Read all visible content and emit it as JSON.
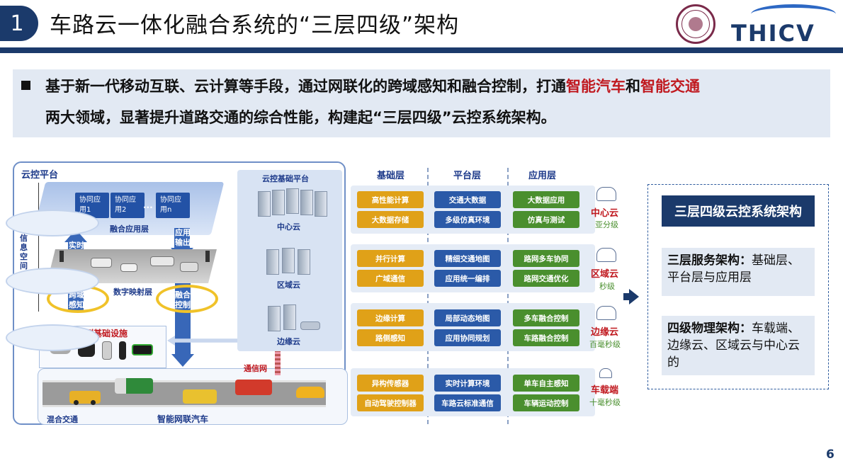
{
  "header": {
    "number": "1",
    "title": "车路云一体化融合系统的“三层四级”架构",
    "logo_text": "THICV",
    "accent": "#1b3a6b"
  },
  "intro": {
    "line1_pre": "基于新一代移动互联、云计算等手段，通过网联化的跨域感知和融合控制，打通",
    "line1_red1": "智能汽车",
    "line1_mid": "和",
    "line1_red2": "智能交通",
    "line2": "两大领域，显著提升道路交通的综合性能，构建起“三层四级”云控系统架构。",
    "highlight_color": "#c0191f"
  },
  "diagram": {
    "cloud_platform": "云控平台",
    "info_space": "信息空间",
    "apps": [
      "协同应用1",
      "协同应用2",
      "协同应用n"
    ],
    "dots": "···",
    "fusion_layer": "融合应用层",
    "realtime_data": "实时数据",
    "app_output": "应用输出",
    "digital_map_layer": "数字映射层",
    "cross_domain": "跨域感知",
    "fusion_control": "融合控制",
    "roadside_infra": "路侧基础设施",
    "comm_network": "通信网",
    "mixed_traffic": "混合交通",
    "icv": "智能网联汽车",
    "base_platform": "云控基础平台",
    "clouds": [
      "中心云",
      "区域云",
      "边缘云"
    ]
  },
  "layers": {
    "headers": [
      "基础层",
      "平台层",
      "应用层"
    ],
    "rows": [
      {
        "base": [
          "高性能计算",
          "大数据存储"
        ],
        "platform": [
          "交通大数据",
          "多级仿真环境"
        ],
        "app": [
          "大数据应用",
          "仿真与测试"
        ]
      },
      {
        "base": [
          "并行计算",
          "广域通信"
        ],
        "platform": [
          "精细交通地图",
          "应用统一编排"
        ],
        "app": [
          "路网多车协同",
          "路网交通优化"
        ]
      },
      {
        "base": [
          "边缘计算",
          "路侧感知"
        ],
        "platform": [
          "局部动态地图",
          "应用协同规划"
        ],
        "app": [
          "多车融合控制",
          "车路融合控制"
        ]
      },
      {
        "base": [
          "异构传感器",
          "自动驾驶控制器"
        ],
        "platform": [
          "实时计算环境",
          "车路云标准通信"
        ],
        "app": [
          "单车自主感知",
          "车辆运动控制"
        ]
      }
    ]
  },
  "levels": [
    {
      "name": "中心云",
      "latency": "亚分级",
      "icon": "cloud-server-icon"
    },
    {
      "name": "区域云",
      "latency": "秒级",
      "icon": "cloud-network-icon"
    },
    {
      "name": "边缘云",
      "latency": "百毫秒级",
      "icon": "cloud-edge-icon"
    },
    {
      "name": "车载端",
      "latency": "十毫秒级",
      "icon": "vehicle-signal-icon"
    }
  ],
  "summary": {
    "title": "三层四级云控系统架构",
    "three_layer_label": "三层服务架构：",
    "three_layer_text": "基础层、平台层与应用层",
    "four_level_label": "四级物理架构：",
    "four_level_text": "车载端、边缘云、区域云与中心云的"
  },
  "page_number": "6"
}
